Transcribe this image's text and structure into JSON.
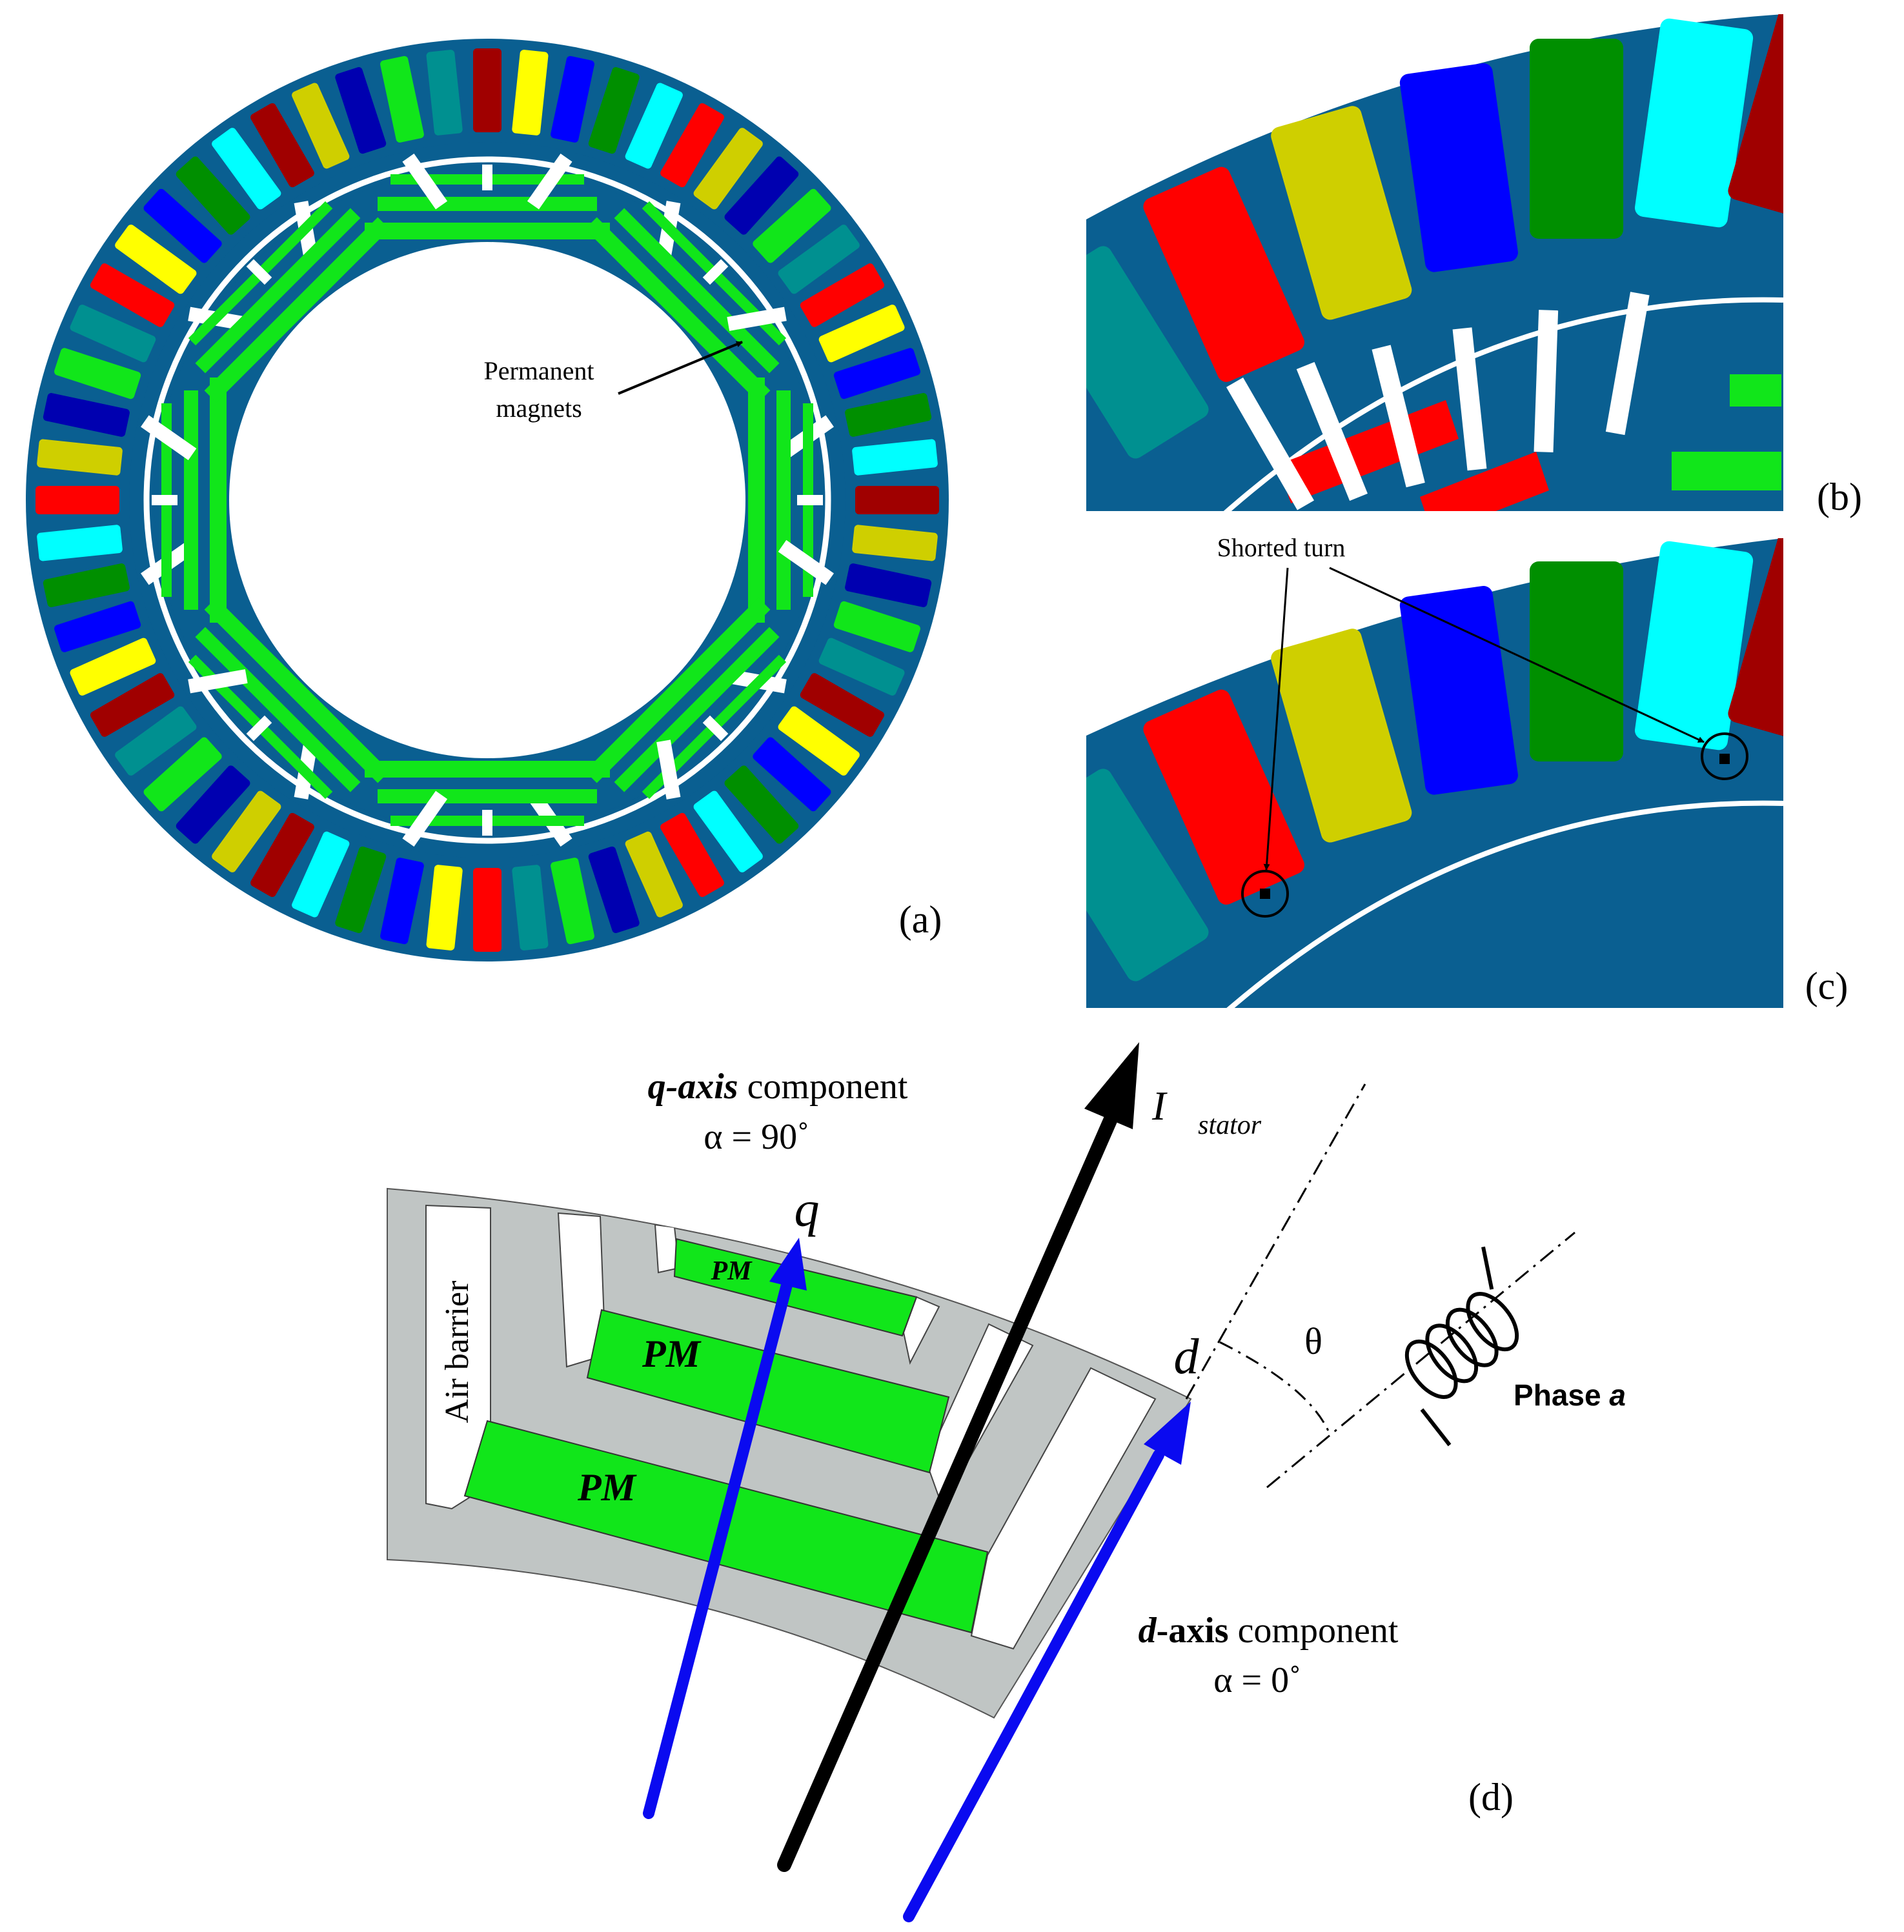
{
  "panel_a": {
    "label": "(a)",
    "magnets_label_line1": "Permanent",
    "magnets_label_line2": "magnets",
    "slot_colors": [
      "#ff0000",
      "#cfcf00",
      "#0000ff",
      "#008f00",
      "#00ffff",
      "#a00000",
      "#ffff00",
      "#11e61a",
      "#0000b0",
      "#009090"
    ]
  },
  "panel_b": {
    "label": "(b)"
  },
  "panel_c": {
    "label": "(c)",
    "shorted_label": "Shorted turn"
  },
  "panel_d": {
    "label": "(d)",
    "air_barrier_label": "Air barrier",
    "pm_label": "PM",
    "q_label": "q",
    "d_label": "d",
    "theta": "θ",
    "phase_text": "Phase",
    "phase_letter": "a",
    "current_symbol": "I⃗",
    "current_subscript": "stator",
    "q_component_axis": "q-axis",
    "q_component_word": "component",
    "q_angle": "α = 90˚",
    "d_component_axis_letter": "d",
    "d_component_axis_rest": "-axis",
    "d_component_word": "component",
    "d_angle": "α = 0˚"
  }
}
